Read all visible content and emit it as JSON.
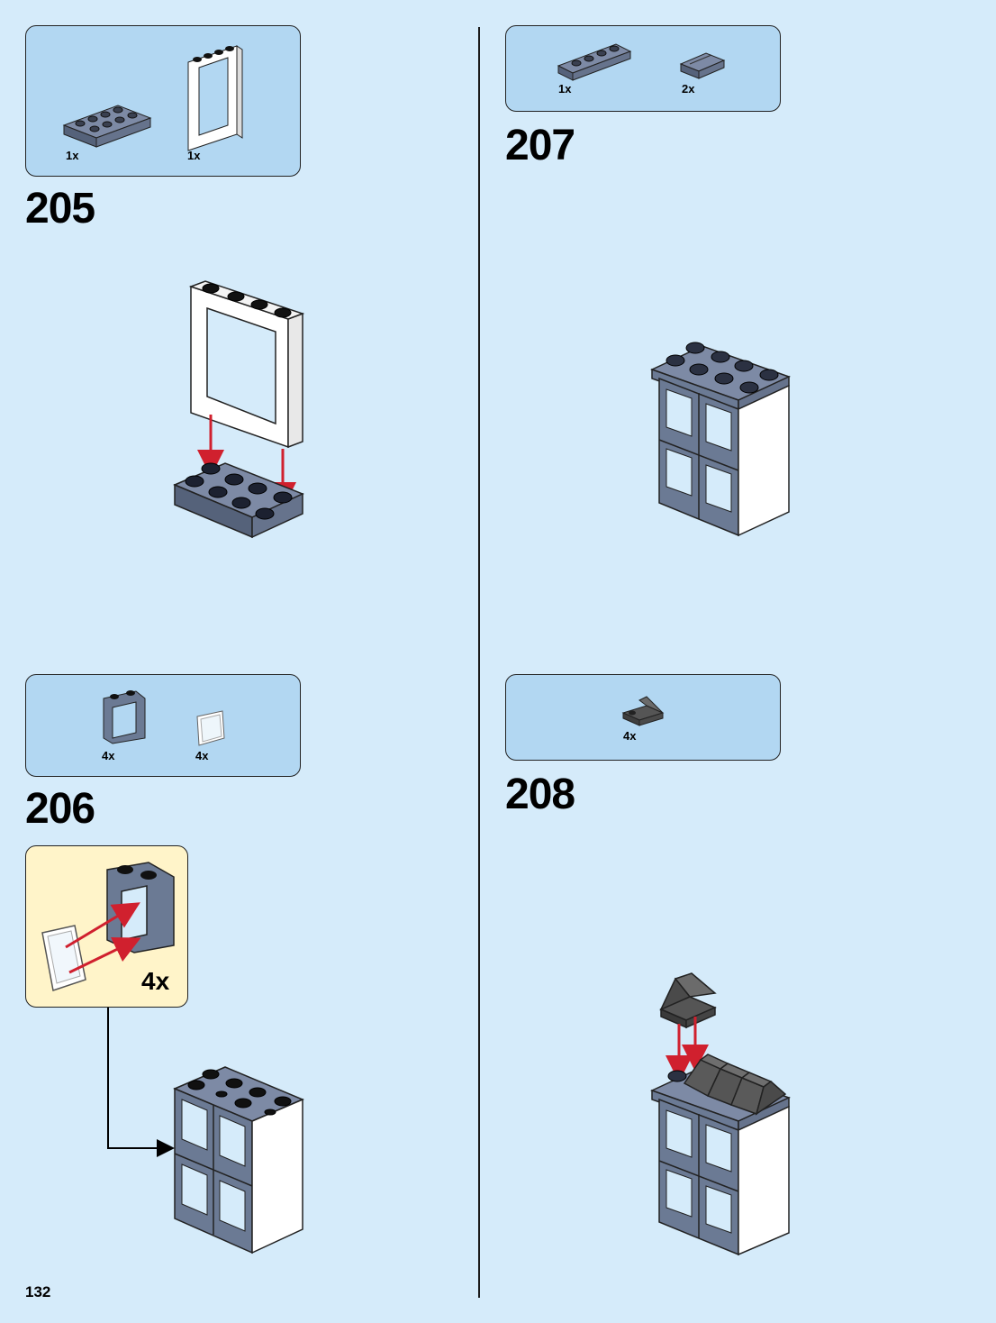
{
  "page_number": "132",
  "steps": [
    {
      "number": "205",
      "parts": [
        {
          "qty": "1x"
        },
        {
          "qty": "1x"
        }
      ]
    },
    {
      "number": "206",
      "parts": [
        {
          "qty": "4x"
        },
        {
          "qty": "4x"
        }
      ],
      "subassembly_qty": "4x"
    },
    {
      "number": "207",
      "parts": [
        {
          "qty": "1x"
        },
        {
          "qty": "2x"
        }
      ]
    },
    {
      "number": "208",
      "parts": [
        {
          "qty": "4x"
        }
      ]
    }
  ],
  "colors": {
    "background": "#d5ebfa",
    "parts_box": "#b2d7f2",
    "subassembly_box": "#fff4c9",
    "arrow": "#d0202e",
    "brick": "#6b7a94"
  }
}
